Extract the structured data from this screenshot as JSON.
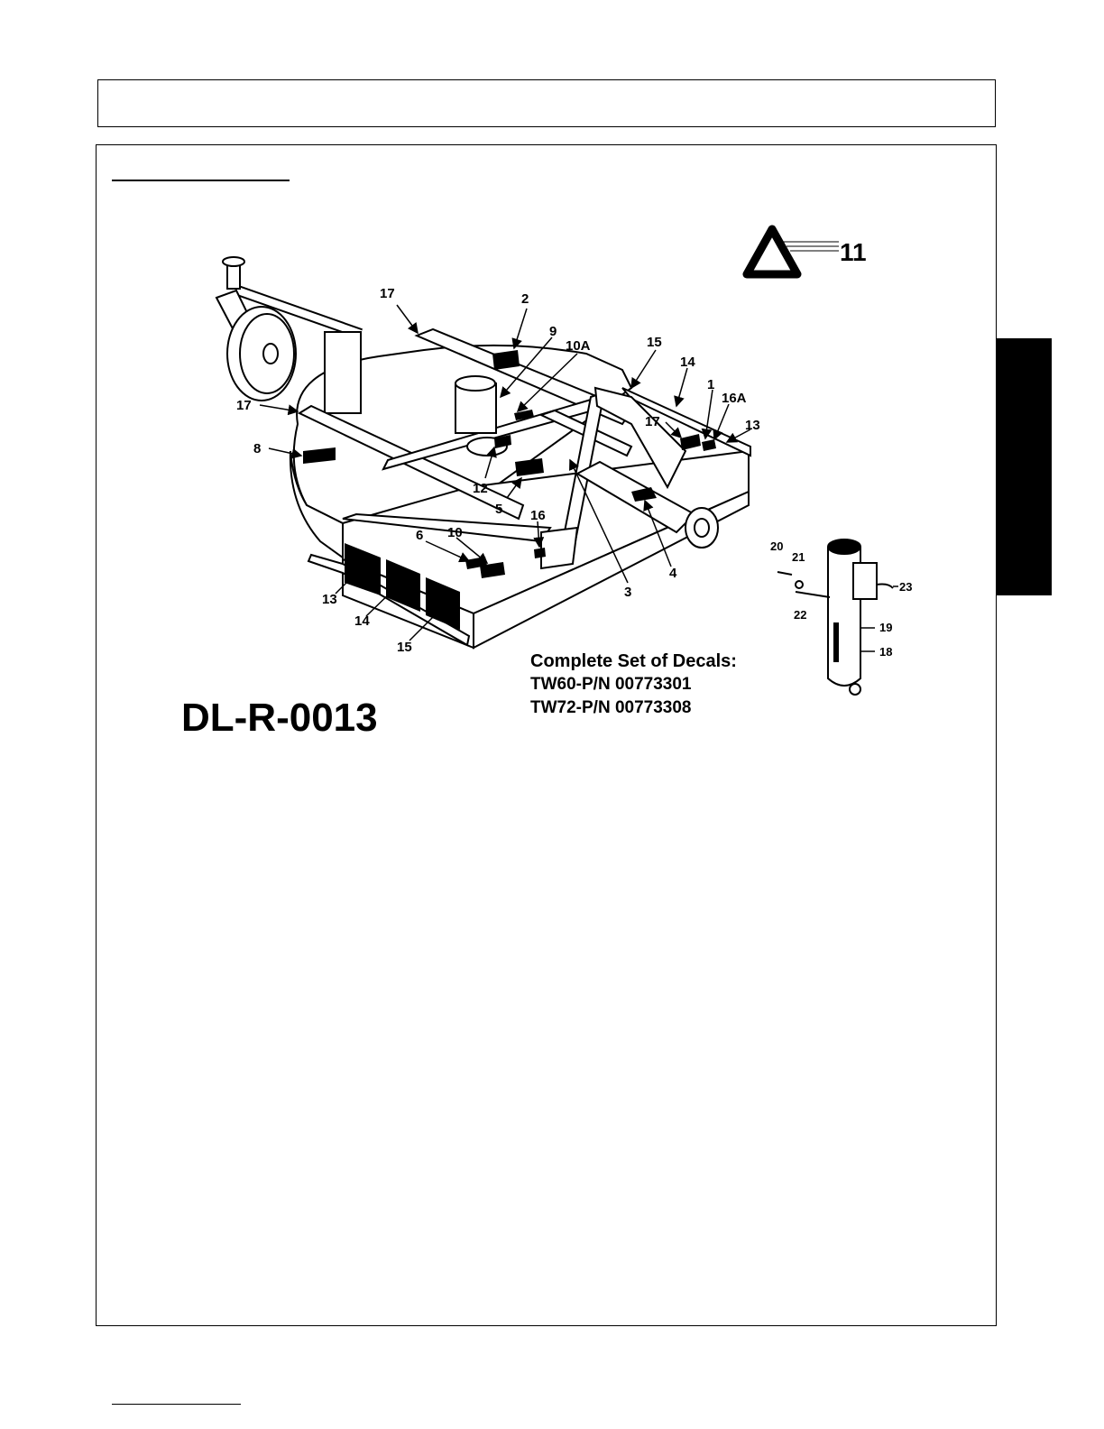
{
  "diagram": {
    "drawing_id": "DL-R-0013",
    "decal_set": {
      "heading": "Complete Set of Decals:",
      "part_numbers": [
        "TW60-P/N 00773301",
        "TW72-P/N 00773308"
      ]
    },
    "callouts": {
      "c1": "1",
      "c2": "2",
      "c3": "3",
      "c4": "4",
      "c5": "5",
      "c6": "6",
      "c8": "8",
      "c9": "9",
      "c10": "10",
      "c10a": "10A",
      "c11": "11",
      "c12": "12",
      "c13a": "13",
      "c13b": "13",
      "c14a": "14",
      "c14b": "14",
      "c15a": "15",
      "c15b": "15",
      "c16": "16",
      "c16a": "16A",
      "c17a": "17",
      "c17b": "17",
      "c17c": "17",
      "c18": "18",
      "c19": "19",
      "c20": "20",
      "c21": "21",
      "c22": "22",
      "c23": "23"
    }
  }
}
